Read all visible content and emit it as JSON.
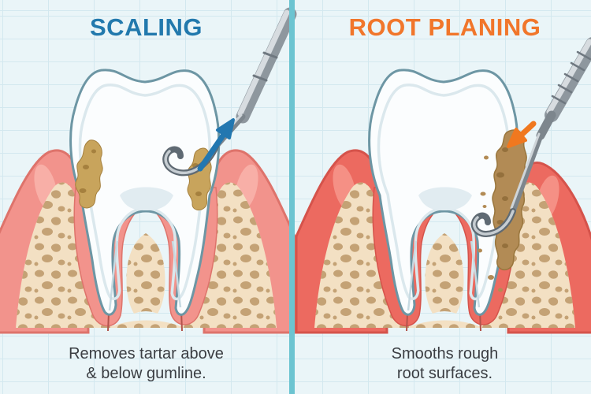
{
  "colors": {
    "background": "#eaf5f8",
    "grid_line": "#d3e8ef",
    "divider": "#6cc4d1",
    "scaling_title": "#2279ad",
    "planing_title": "#f1762b",
    "caption_text": "#3a3d42",
    "scaling_arrow": "#2277b0",
    "planing_arrow": "#f0781f",
    "gum_healthy": "#f2938c",
    "gum_healthy_edge": "#de736b",
    "gum_inflamed": "#ec6a60",
    "gum_inflamed_edge": "#d5534b",
    "bone": "#f3e0c3",
    "bone_spots": "#bf9b6d",
    "tooth_fill": "#fbfdfe",
    "tooth_outline": "#6d96a4",
    "tartar": "#c8a45c",
    "tartar_dark": "#a5803e",
    "tartar_heavy": "#b28b55",
    "metal_light": "#d7dce0",
    "metal_mid": "#8e979e",
    "metal_dark": "#5f6a73"
  },
  "panels": {
    "scaling": {
      "title": "SCALING",
      "caption_line1": "Removes tartar above",
      "caption_line2": "& below gumline.",
      "arrow_direction": "up-right"
    },
    "root_planing": {
      "title": "ROOT PLANING",
      "caption_line1": "Smooths rough",
      "caption_line2": "root surfaces.",
      "arrow_direction": "down-left"
    }
  }
}
